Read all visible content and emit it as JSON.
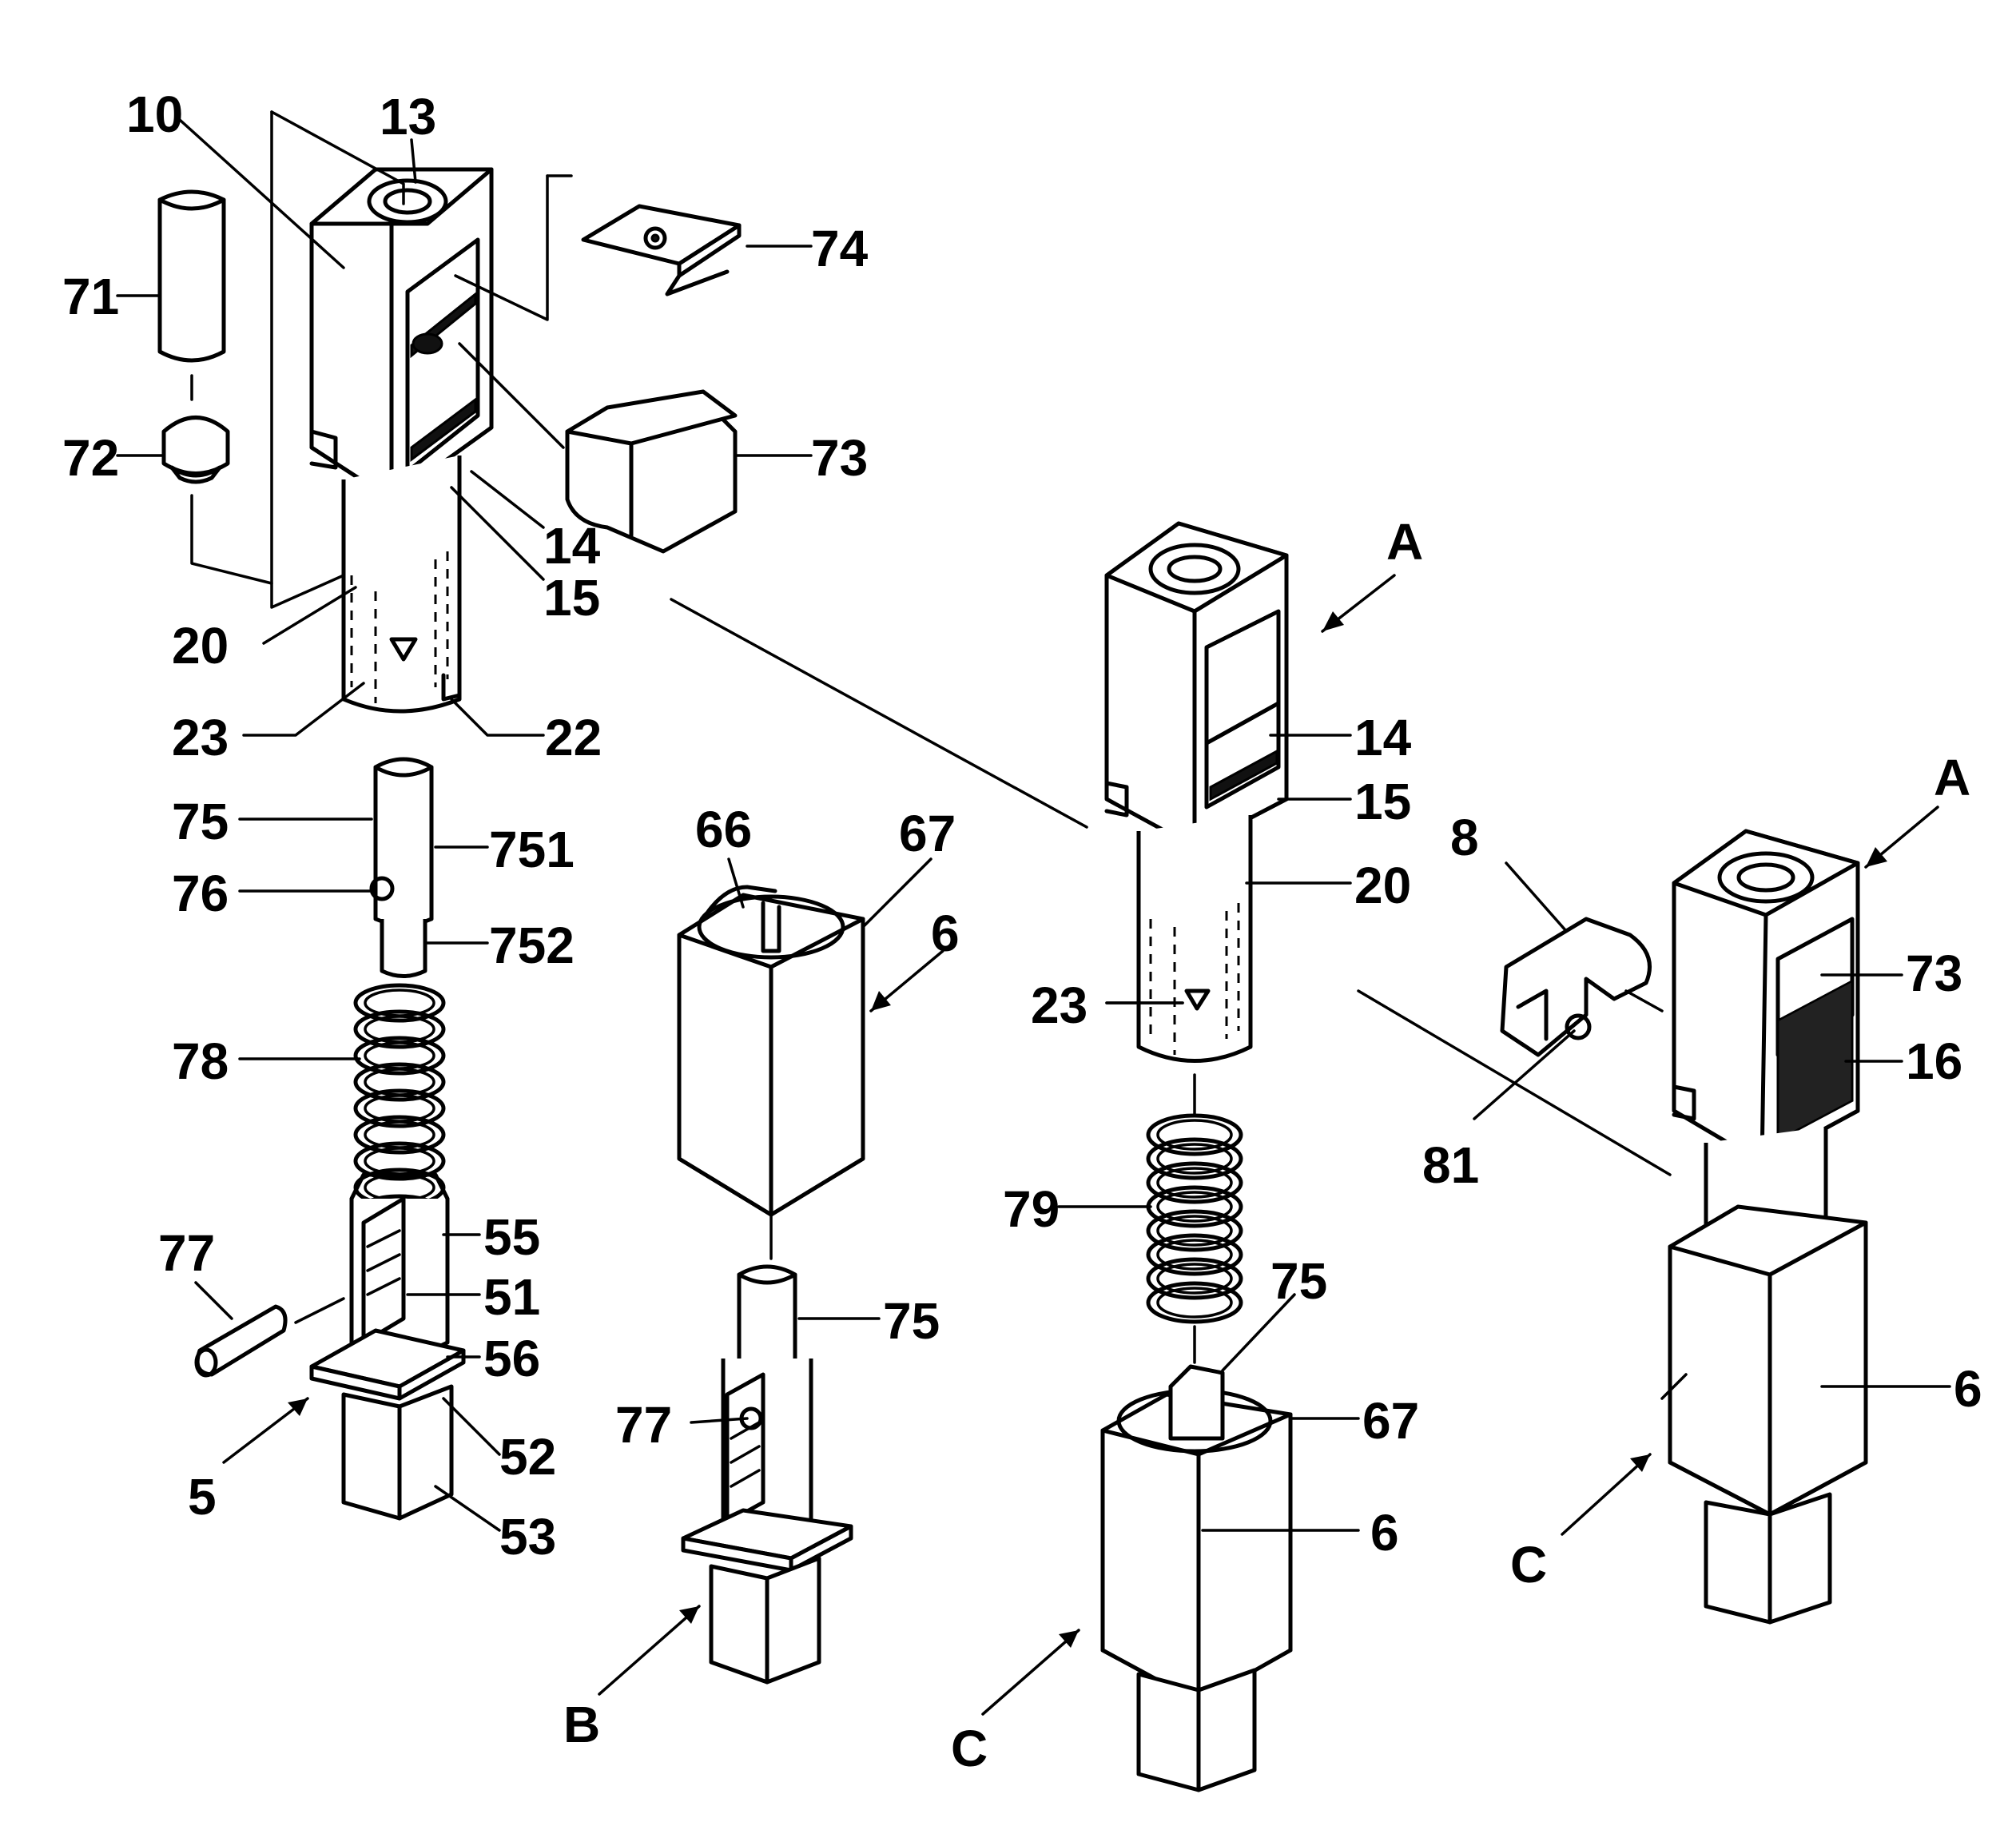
{
  "labels": {
    "l10": "10",
    "l13": "13",
    "l74": "74",
    "l71": "71",
    "l72": "72",
    "l73": "73",
    "l14": "14",
    "l15": "15",
    "l20": "20",
    "l23": "23",
    "l22": "22",
    "l75": "75",
    "l751": "751",
    "l76": "76",
    "l752": "752",
    "l78": "78",
    "l55": "55",
    "l51": "51",
    "l77": "77",
    "l56": "56",
    "l5": "5",
    "l52": "52",
    "l53": "53",
    "l66": "66",
    "l67": "67",
    "l6": "6",
    "lB75": "75",
    "lB77": "77",
    "lB": "B",
    "lA": "A",
    "l14b": "14",
    "l15b": "15",
    "l20b": "20",
    "l23b": "23",
    "l79": "79",
    "l75c": "75",
    "l67c": "67",
    "l6c": "6",
    "lC": "C",
    "lA2": "A",
    "l8": "8",
    "l73b": "73",
    "l16": "16",
    "l81": "81",
    "l6d": "6",
    "lC2": "C"
  },
  "colors": {
    "ink": "#000000",
    "paper": "#ffffff"
  }
}
